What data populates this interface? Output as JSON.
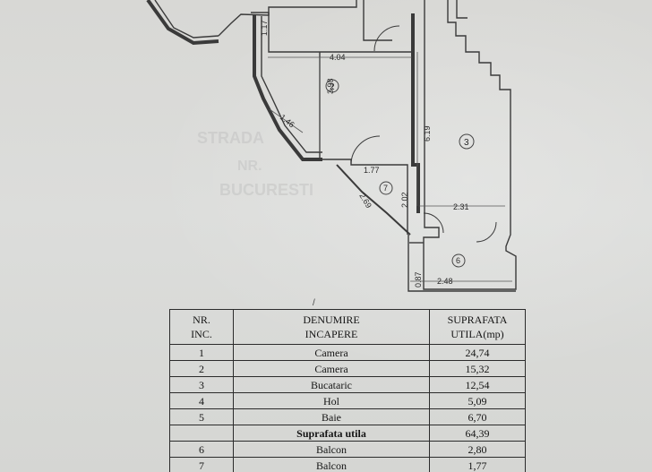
{
  "plan": {
    "rooms": [
      {
        "number": "2"
      },
      {
        "number": "3"
      },
      {
        "number": "7"
      },
      {
        "number": "6"
      }
    ],
    "dimensions": [
      "1.17",
      "4.04",
      "3.98",
      "1.46",
      "6.19",
      "1.77",
      "2.69",
      "2.02",
      "2.31",
      "0.87",
      "2.48"
    ],
    "watermark_text": [
      "STRADA",
      "NR.",
      "BUCURESTI"
    ]
  },
  "table": {
    "headers": {
      "nr": [
        "NR.",
        "INC."
      ],
      "denumire": [
        "DENUMIRE",
        "INCAPERE"
      ],
      "suprafata": [
        "SUPRAFATA",
        "UTILA(mp)"
      ]
    },
    "rows": [
      {
        "nr": "1",
        "denumire": "Camera",
        "suprafata": "24,74"
      },
      {
        "nr": "2",
        "denumire": "Camera",
        "suprafata": "15,32"
      },
      {
        "nr": "3",
        "denumire": "Bucataric",
        "suprafata": "12,54"
      },
      {
        "nr": "4",
        "denumire": "Hol",
        "suprafata": "5,09"
      },
      {
        "nr": "5",
        "denumire": "Baie",
        "suprafata": "6,70"
      },
      {
        "nr": "",
        "denumire": "Suprafata utila",
        "suprafata": "64,39"
      },
      {
        "nr": "6",
        "denumire": "Balcon",
        "suprafata": "2,80"
      },
      {
        "nr": "7",
        "denumire": "Balcon",
        "suprafata": "1,77"
      }
    ]
  },
  "page_mark": "/"
}
